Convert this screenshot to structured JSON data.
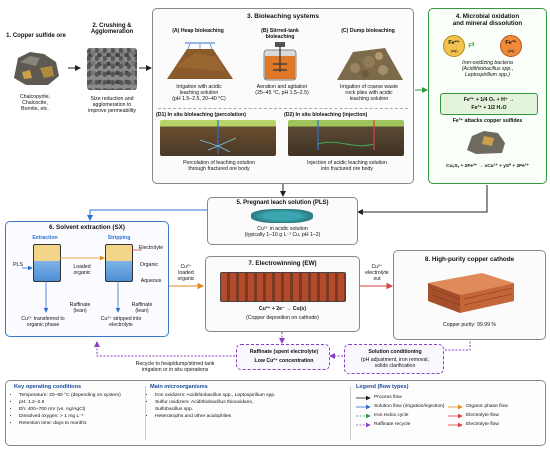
{
  "s1": {
    "title": "1. Copper sulfide ore",
    "minerals": "Chalcopyrite,\nChalcocite,\nBornite, etc."
  },
  "s2": {
    "title": "2. Crushing &\nAgglomeration",
    "desc": "Size reduction and\nagglomeration to\nimprove permeability"
  },
  "s3": {
    "title": "3. Bioleaching systems",
    "a_title": "(A) Heap bioleaching",
    "a_desc": "Irrigation with acidic\nleaching solution\n(pH 1.5–2.5, 20–40 °C)",
    "b_title": "(B) Stirred-tank\nbioleaching",
    "b_desc": "Aeration and agitation\n(25–45 °C, pH 1.5–2.5)",
    "c_title": "(C) Dump bioleaching",
    "c_desc": "Irrigation of coarse waste\nrock piles with acidic\nleaching solution",
    "d1_title": "(D1) In situ bioleaching (percolation)",
    "d1_desc": "Percolation of leaching solution\nthrough fractured ore body",
    "d2_title": "(D2) In situ bioleaching (injection)",
    "d2_desc": "Injection of acidic leaching solution\ninto fractured ore body"
  },
  "s4": {
    "title": "4. Microbial oxidation\nand mineral dissolution",
    "fe2": "Fe²⁺",
    "fe3": "Fe³⁺",
    "aq": "(aq)",
    "bacteria": "Iron-oxidizing bacteria\n(Acidithiobacillus spp.,\nLeptospirillum spp.)",
    "reaction1_line1": "Fe²⁺ + 1/4 O₂ + H⁺ →",
    "reaction1_line2": "Fe³⁺ + 1/2 H₂O",
    "attack": "Fe³⁺ attacks copper sulfides",
    "reaction2": "CuₓSᵧ + 2Fe³⁺ → xCu²⁺ + yS⁰ + 2Fe²⁺"
  },
  "s5": {
    "title": "5. Pregnant leach solution (PLS)",
    "desc": "Cu²⁺ in acidic solution\n(typically 1–10 g L⁻¹ Cu, pH 1–2)"
  },
  "s6": {
    "title": "6. Solvent extraction (SX)",
    "extraction": "Extraction",
    "stripping": "Stripping",
    "pls": "PLS",
    "loaded_organic": "Loaded\norganic",
    "electrolyte": "Electrolyte",
    "organic": "Organic",
    "aqueous": "Aqueous",
    "raffinate_lean_1": "Raffinate\n(lean)",
    "raffinate_lean_2": "Raffinate\n(lean)",
    "transfer": "Cu²⁺ transferred to\norganic phase",
    "stripped": "Cu²⁺ stripped into\nelectrolyte"
  },
  "cu_loaded": "Cu²⁺\nloaded\norganic",
  "cu_electrolyte_out": "Cu²⁺\nelectrolyte\nout",
  "s7": {
    "title": "7. Electrowinning (EW)",
    "reaction": "Cu²⁺ + 2e⁻ → Cu(s)",
    "desc": "(Copper deposition on cathode)"
  },
  "s8": {
    "title": "8. High-purity copper cathode",
    "purity": "Copper purity: 99.99 %"
  },
  "raffinate_box": {
    "line1": "Raffinate (spent electrolyte)",
    "line2": "Low Cu²⁺ concentration"
  },
  "recycle": "Recycle to heap/dump/stirred tank\nirrigation or in situ operations",
  "conditioning": {
    "title": "Solution conditioning",
    "desc": "(pH adjustment, iron removal,\nsolids clarification"
  },
  "key_conditions": {
    "title": "Key operating conditions",
    "items": [
      "Temperature: 20–80 °C (depending on system)",
      "pH: 1.2–2.5",
      "Eh: 400–700 mV (vs. Ag/AgCl)",
      "Dissolved oxygen: > 1 mg L⁻¹",
      "Retention time: days to months"
    ]
  },
  "microorganisms": {
    "title": "Main microorganisms",
    "items": [
      "Iron oxidizers: Acidithiobacillus spp., Leptospirillum spp.",
      "Sulfur oxidizers: Acidithiobacillus thiooxidans,\nSulfobacillus spp.",
      "Heterotrophs and other acidophiles"
    ]
  },
  "legend": {
    "title": "Legend (flow types)",
    "left": [
      "Process flow",
      "Solution flow (irrigation/injection)",
      "Iron redox cycle",
      "Raffinate recycle"
    ],
    "right": [
      "Organic phase flow",
      "Electrolyte flow",
      "Electrolyte flow"
    ]
  },
  "colors": {
    "process": "#222222",
    "solution": "#2f6fd6",
    "iron": "#2e9a3e",
    "raffinate": "#8a3fc4",
    "organic": "#e08a1e",
    "electrolyte": "#d94040",
    "sx_border": "#3a78c9"
  }
}
